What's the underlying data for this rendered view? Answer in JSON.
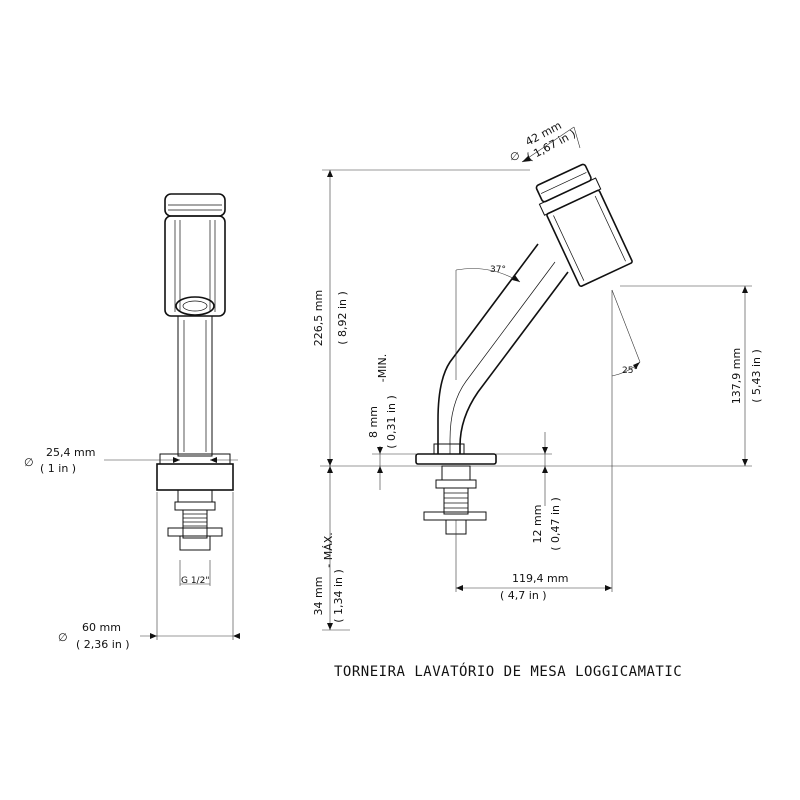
{
  "title": "TORNEIRA LAVATÓRIO DE MESA LOGGICAMATIC",
  "front_view": {
    "spout_diameter_mm": "25,4 mm",
    "spout_diameter_in": "( 1 in )",
    "base_diameter_mm": "60 mm",
    "base_diameter_in": "( 2,36 in )",
    "thread_label": "G 1/2\"",
    "diameter_symbol": "∅"
  },
  "side_view": {
    "button_diameter_mm": "42 mm",
    "button_diameter_in": "( 1,67 in )",
    "height_mm": "226,5 mm",
    "height_in": "( 8,92 in )",
    "min_deck_mm": "8 mm",
    "min_deck_in": "( 0,31 in )",
    "min_label": "-MIN.",
    "max_deck_mm": "34 mm",
    "max_deck_in": "( 1,34 in )",
    "max_label": "- MÁX.",
    "outlet_height_mm": "137,9 mm",
    "outlet_height_in": "( 5,43 in )",
    "base_thickness_mm": "12 mm",
    "base_thickness_in": "( 0,47 in )",
    "reach_mm": "119,4 mm",
    "reach_in": "( 4,7 in )",
    "angle_spout": "37°",
    "angle_head": "25°"
  }
}
